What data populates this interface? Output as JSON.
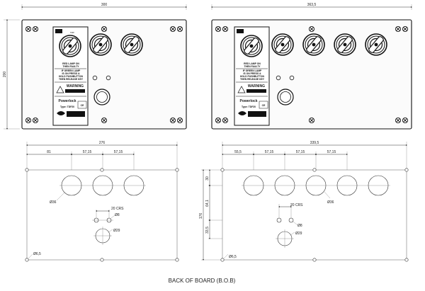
{
  "front_panels": {
    "left": {
      "width_label": "300",
      "height_label": "200"
    },
    "right": {
      "width_label": "363,5"
    }
  },
  "label_plate": {
    "brand": "Powerlock",
    "type_line": "Type: TDF20",
    "lamp_text_1": "RED LAMP ON",
    "lamp_text_2": "THEN FAULTY",
    "instr_1": "IF GREEN LAMP",
    "instr_2": "IS ON PRESS &",
    "instr_3": "HOLD PUSHBUTTON",
    "instr_4": "THEN RELEASE KEY",
    "warning": "WARNING",
    "ce": "CE"
  },
  "back_boards": {
    "left": {
      "width_label": "276",
      "offsets": [
        "81",
        "57,15",
        "57,15"
      ],
      "hole_dia": "Ø36",
      "crs_label": "20 CRS",
      "small_hole": "Ø8",
      "push_hole": "Ø29",
      "corner_hole": "Ø6,5"
    },
    "right": {
      "width_label": "339,5",
      "offsets": [
        "55,5",
        "57,15",
        "57,15",
        "57,15"
      ],
      "height_label": "176",
      "v_top": "30",
      "v_mid": "64,1",
      "v_bot": "33,5",
      "hole_dia": "Ø36",
      "crs_label": "20 CRS",
      "small_hole": "Ø8",
      "push_hole": "Ø29",
      "corner_hole": "Ø6,5"
    }
  },
  "caption": "BACK OF BOARD (B.O.B)"
}
